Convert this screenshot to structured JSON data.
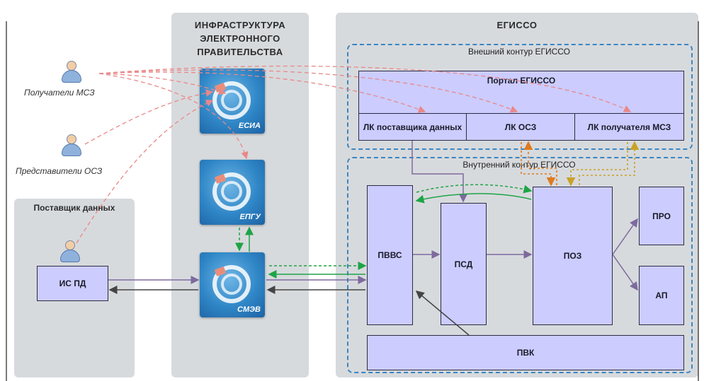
{
  "zones": {
    "infra_title": "ИНФРАСТРУКТУРА ЭЛЕКТРОННОГО ПРАВИТЕЛЬСТВА",
    "egisso_title": "ЕГИССО",
    "supplier_title": "Поставщик данных"
  },
  "contours": {
    "external": "Внешний контур ЕГИССО",
    "internal": "Внутренний контур ЕГИССО"
  },
  "actors": {
    "recipients": "Получатели МСЗ",
    "representatives": "Представители ОСЗ"
  },
  "tiles": {
    "esia": "ЕСИА",
    "epgu": "ЕПГУ",
    "smev": "СМЭВ"
  },
  "boxes": {
    "portal": "Портал ЕГИССО",
    "lk_supplier": "ЛК поставщика данных",
    "lk_osz": "ЛК ОСЗ",
    "lk_recipient": "ЛК получателя МСЗ",
    "ispd": "ИС ПД",
    "pvvs": "ПВВС",
    "psd": "ПСД",
    "poz": "ПОЗ",
    "pro": "ПРО",
    "ap": "АП",
    "pvk": "ПВК"
  },
  "colors": {
    "box_fill": "#ccccff",
    "zone_fill": "#d7dadd",
    "contour_border": "#3a86c2",
    "flow_purple": "#7e6a9e",
    "flow_green": "#1ea446",
    "flow_orange": "#e07a1f",
    "flow_gold": "#c9a227",
    "flow_pink_dashed": "#e98888",
    "flow_gray": "#444444"
  }
}
